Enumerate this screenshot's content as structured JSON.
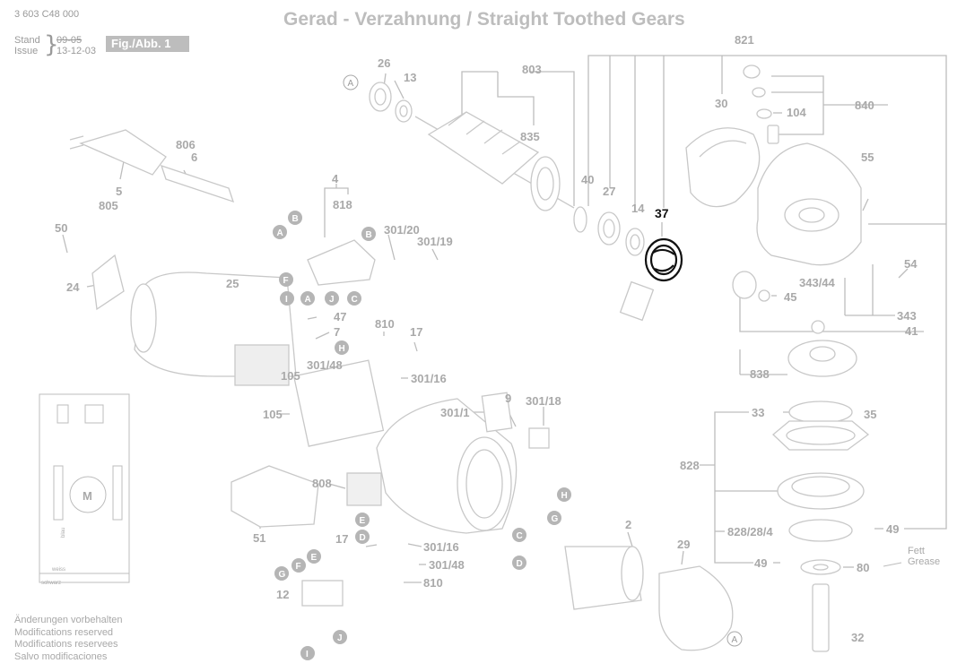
{
  "header": {
    "doc_number": "3 603 C48 000",
    "stand_label": "Stand",
    "issue_label": "Issue",
    "brace": "}",
    "stand_date": "09-05",
    "issue_date": "13-12-03",
    "fig_label": "Fig./Abb. 1",
    "title": "Gerad - Verzahnung / Straight Toothed Gears"
  },
  "footer": {
    "notes": [
      "Änderungen vorbehalten",
      "Modifications reserved",
      "Modifications reservees",
      "Salvo modificaciones"
    ]
  },
  "highlight": {
    "part": "37",
    "color": "#111111"
  },
  "colors": {
    "line": "#bdbdbd",
    "label": "#a9a9a9",
    "ref_circle": "#b5b5b5",
    "parts": "#c8c8c8"
  },
  "parts": {
    "p26": "26",
    "p13": "13",
    "p803": "803",
    "p835": "835",
    "p821": "821",
    "p840": "840",
    "p104": "104",
    "p30": "30",
    "p55": "55",
    "p40": "40",
    "p27": "27",
    "p14": "14",
    "p37": "37",
    "p54": "54",
    "p343_44": "343/44",
    "p45": "45",
    "p343": "343",
    "p41": "41",
    "p838": "838",
    "p33": "33",
    "p35": "35",
    "p828": "828",
    "p828_28_4": "828/28/4",
    "p49a": "49",
    "p49b": "49",
    "p80": "80",
    "p32": "32",
    "p806": "806",
    "p6": "6",
    "p5": "5",
    "p805": "805",
    "p4": "4",
    "p818": "818",
    "p301_20": "301/20",
    "p301_19": "301/19",
    "p50": "50",
    "p24": "24",
    "p25": "25",
    "p47": "47",
    "p7": "7",
    "p810a": "810",
    "p17a": "17",
    "p301_48a": "301/48",
    "p301_16a": "301/16",
    "p105a": "105",
    "p105b": "105",
    "p9": "9",
    "p301_18": "301/18",
    "p301_1": "301/1",
    "p808": "808",
    "p51": "51",
    "p12": "12",
    "p17b": "17",
    "p301_16b": "301/16",
    "p301_48b": "301/48",
    "p810b": "810",
    "p2": "2",
    "p29": "29"
  },
  "refs": {
    "A": "A",
    "B": "B",
    "C": "C",
    "D": "D",
    "E": "E",
    "F": "F",
    "G": "G",
    "H": "H",
    "I": "I",
    "J": "J"
  },
  "notes": {
    "grease_de": "Fett",
    "grease_en": "Grease"
  },
  "schematic": {
    "motor": "M",
    "wire1": "weiss",
    "wire2": "blau",
    "wire3": "schwarz"
  }
}
